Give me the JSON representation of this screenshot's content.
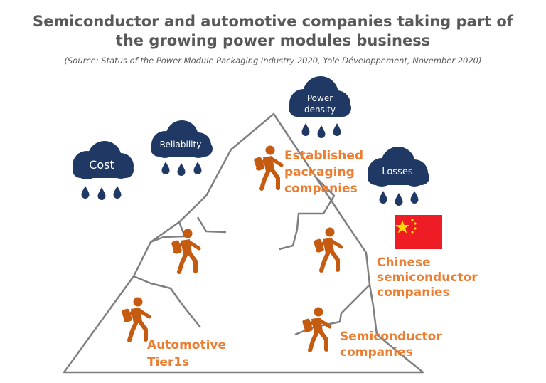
{
  "title_line1": "Semiconductor and automotive companies taking part of",
  "title_line2": "the growing power modules business",
  "source": "(Source: Status of the Power Module Packaging Industry 2020, Yole Développement, November 2020)",
  "clouds": {
    "cost": "Cost",
    "reliability": "Reliability",
    "power_line1": "Power",
    "power_line2": "density",
    "losses": "Losses"
  },
  "labels": {
    "established_1": "Established",
    "established_2": "packaging",
    "established_3": "companies",
    "chinese_1": "Chinese",
    "chinese_2": "semiconductor",
    "chinese_3": "companies",
    "semi_1": "Semiconductor",
    "semi_2": "companies",
    "auto_1": "Automotive",
    "auto_2": "Tier1s"
  },
  "colors": {
    "cloud": "#203864",
    "accent": "#ed7d31",
    "climber": "#c55a11",
    "mountain_line": "#7f7f7f",
    "flag_red": "#ee1c25",
    "flag_star": "#ffde00"
  },
  "icons": [
    "cloud-icon",
    "raindrop-icon",
    "climber-icon",
    "china-flag-icon"
  ]
}
